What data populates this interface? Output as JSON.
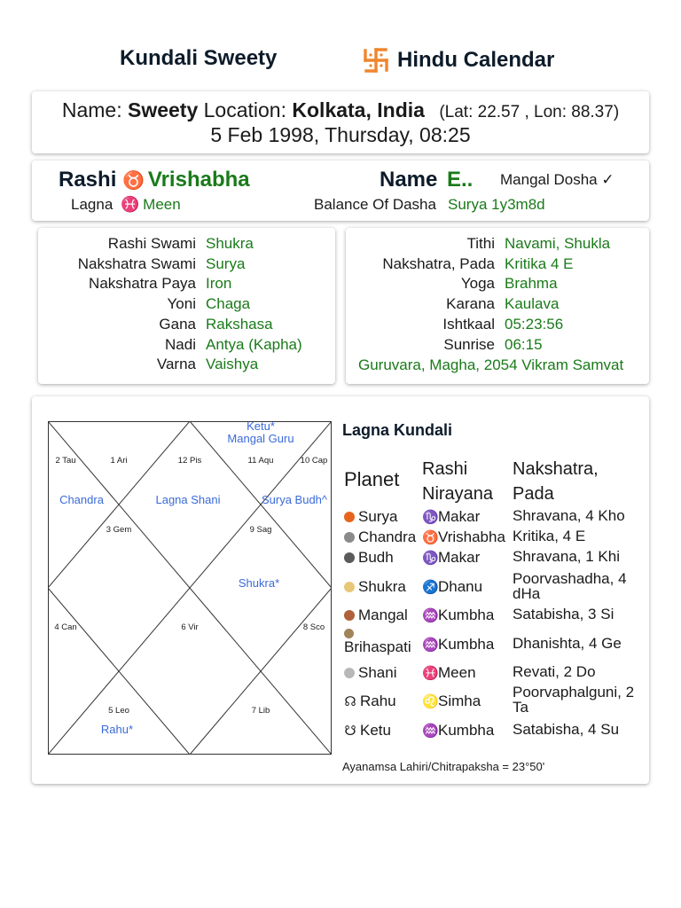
{
  "header": {
    "title": "Kundali Sweety",
    "brand": "Hindu Calendar"
  },
  "info": {
    "name_label": "Name:",
    "name": "Sweety",
    "location_label": "Location:",
    "location": "Kolkata, India",
    "coords": "(Lat: 22.57 , Lon: 88.37)",
    "datetime": "5 Feb 1998, Thursday, 08:25"
  },
  "summary": {
    "rashi_label": "Rashi",
    "rashi_symbol": "♉",
    "rashi": "Vrishabha",
    "lagna_label": "Lagna",
    "lagna_symbol": "♓",
    "lagna": "Meen",
    "name_label": "Name",
    "name_value": "E..",
    "mangal_dosha": "Mangal Dosha ✓",
    "dasha_label": "Balance Of Dasha",
    "dasha_value": "Surya 1y3m8d"
  },
  "left_details": [
    {
      "key": "Rashi Swami",
      "value": "Shukra"
    },
    {
      "key": "Nakshatra Swami",
      "value": "Surya"
    },
    {
      "key": "Nakshatra Paya",
      "value": "Iron"
    },
    {
      "key": "Yoni",
      "value": "Chaga"
    },
    {
      "key": "Gana",
      "value": "Rakshasa"
    },
    {
      "key": "Nadi",
      "value": "Antya (Kapha)"
    },
    {
      "key": "Varna",
      "value": "Vaishya"
    }
  ],
  "right_details": [
    {
      "key": "Tithi",
      "value": "Navami, Shukla"
    },
    {
      "key": "Nakshatra, Pada",
      "value": "Kritika 4 E"
    },
    {
      "key": "Yoga",
      "value": "Brahma"
    },
    {
      "key": "Karana",
      "value": "Kaulava"
    },
    {
      "key": "Ishtkaal",
      "value": "05:23:56"
    },
    {
      "key": "Sunrise",
      "value": "06:15"
    }
  ],
  "samvat": "Guruvara, Magha, 2054 Vikram Samvat",
  "kundali": {
    "title": "Lagna Kundali",
    "ayanamsa": "Ayanamsa Lahiri/Chitrapaksha = 23°50'",
    "houses": {
      "h1": "1 Ari",
      "h2": "2 Tau",
      "h3": "3 Gem",
      "h4": "4 Can",
      "h5": "5 Leo",
      "h6": "6 Vir",
      "h7": "7 Lib",
      "h8": "8 Sco",
      "h9": "9 Sag",
      "h10": "10 Cap",
      "h11": "11 Aqu",
      "h12": "12 Pis"
    },
    "placements": {
      "ketu": "Ketu*",
      "mangal_guru": "Mangal Guru",
      "chandra": "Chandra",
      "lagna_shani": "Lagna Shani",
      "surya_budh": "Surya Budh^",
      "shukra": "Shukra*",
      "rahu": "Rahu*"
    },
    "columns": {
      "planet": "Planet",
      "rashi_1": "Rashi",
      "rashi_2": "Nirayana",
      "nakshatra_1": "Nakshatra,",
      "nakshatra_2": "Pada"
    },
    "planets": [
      {
        "planet": "Surya",
        "sign_symbol": "♑",
        "rashi": "Makar",
        "nakshatra": "Shravana, 4 Kho",
        "color": "#e8641e"
      },
      {
        "planet": "Chandra",
        "sign_symbol": "♉",
        "rashi": "Vrishabha",
        "nakshatra": "Kritika, 4 E",
        "color": "#8a8a8a"
      },
      {
        "planet": "Budh",
        "sign_symbol": "♑",
        "rashi": "Makar",
        "nakshatra": "Shravana, 1 Khi",
        "color": "#5a5a5a"
      },
      {
        "planet": "Shukra",
        "sign_symbol": "♐",
        "rashi": "Dhanu",
        "nakshatra": "Poorvashadha, 4 dHa",
        "color": "#e8c878"
      },
      {
        "planet": "Mangal",
        "sign_symbol": "♒",
        "rashi": "Kumbha",
        "nakshatra": "Satabisha, 3 Si",
        "color": "#b0603a"
      },
      {
        "planet": "Brihaspati",
        "sign_symbol": "♒",
        "rashi": "Kumbha",
        "nakshatra": "Dhanishta, 4 Ge",
        "color": "#a0845a"
      },
      {
        "planet": "Shani",
        "sign_symbol": "♓",
        "rashi": "Meen",
        "nakshatra": "Revati, 2 Do",
        "color": "#b8b8b8"
      },
      {
        "planet": "Rahu",
        "planet_symbol": "☊",
        "sign_symbol": "♌",
        "rashi": "Simha",
        "nakshatra": "Poorvaphalguni, 2 Ta"
      },
      {
        "planet": "Ketu",
        "planet_symbol": "☋",
        "sign_symbol": "♒",
        "rashi": "Kumbha",
        "nakshatra": "Satabisha, 4 Su"
      }
    ]
  }
}
